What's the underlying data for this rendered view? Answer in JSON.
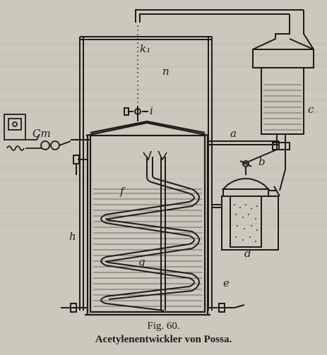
{
  "labels": {
    "k1": "k₁",
    "n": "n",
    "i": "i",
    "cm": "Cm",
    "a": "a",
    "c": "c",
    "b": "b",
    "f": "f",
    "h": "h",
    "g": "g",
    "d": "d",
    "e": "e"
  },
  "caption": {
    "number": "Fig. 60.",
    "title": "Acetylenentwickler von Possa."
  },
  "colors": {
    "paper": "#cdc8bc",
    "ink": "#1e1c19",
    "bleed_text": "#a9a497"
  }
}
